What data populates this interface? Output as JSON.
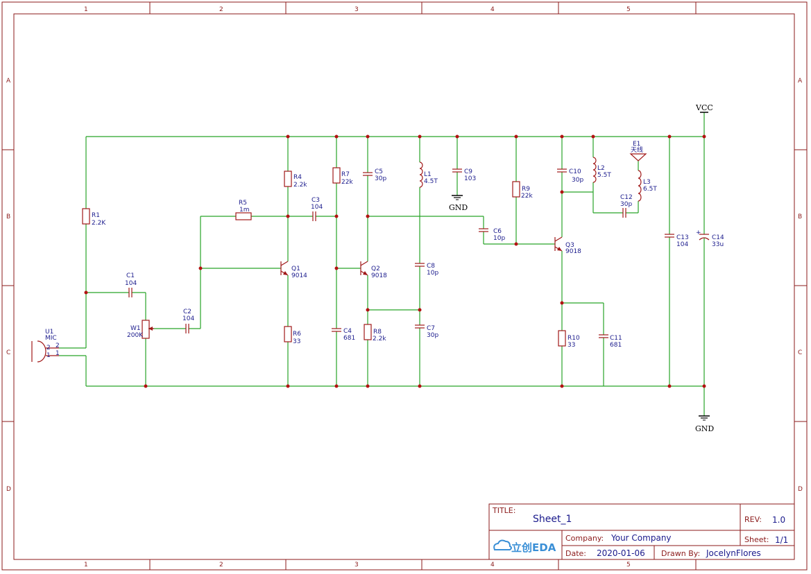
{
  "frame": {
    "columns": [
      "1",
      "2",
      "3",
      "4",
      "5"
    ],
    "rows": [
      "A",
      "B",
      "C",
      "D"
    ]
  },
  "components": {
    "U1": {
      "ref": "U1",
      "value": "MIC",
      "pins": [
        "2",
        "1",
        "2",
        "1"
      ]
    },
    "R1": {
      "ref": "R1",
      "value": "2.2K"
    },
    "C1": {
      "ref": "C1",
      "value": "104"
    },
    "W1": {
      "ref": "W1",
      "value": "200K"
    },
    "C2": {
      "ref": "C2",
      "value": "104"
    },
    "R5": {
      "ref": "R5",
      "value": "1m"
    },
    "C3": {
      "ref": "C3",
      "value": "104"
    },
    "R4": {
      "ref": "R4",
      "value": "2.2k"
    },
    "Q1": {
      "ref": "Q1",
      "value": "9014"
    },
    "R6": {
      "ref": "R6",
      "value": "33"
    },
    "R7": {
      "ref": "R7",
      "value": "22k"
    },
    "C4": {
      "ref": "C4",
      "value": "681"
    },
    "C5": {
      "ref": "C5",
      "value": "30p"
    },
    "Q2": {
      "ref": "Q2",
      "value": "9018"
    },
    "R8": {
      "ref": "R8",
      "value": "2.2k"
    },
    "L1": {
      "ref": "L1",
      "value": "4.5T"
    },
    "C8": {
      "ref": "C8",
      "value": "10p"
    },
    "C7": {
      "ref": "C7",
      "value": "30p"
    },
    "C9": {
      "ref": "C9",
      "value": "103"
    },
    "C6": {
      "ref": "C6",
      "value": "10p"
    },
    "R9": {
      "ref": "R9",
      "value": "22k"
    },
    "Q3": {
      "ref": "Q3",
      "value": "9018"
    },
    "C10": {
      "ref": "C10",
      "value": "30p"
    },
    "R10": {
      "ref": "R10",
      "value": "33"
    },
    "C11": {
      "ref": "C11",
      "value": "681"
    },
    "L2": {
      "ref": "L2",
      "value": "5.5T"
    },
    "E1": {
      "ref": "E1",
      "value": "天线"
    },
    "L3": {
      "ref": "L3",
      "value": "6.5T"
    },
    "C12": {
      "ref": "C12",
      "value": "30p"
    },
    "C13": {
      "ref": "C13",
      "value": "104"
    },
    "C14": {
      "ref": "C14",
      "value": "33u",
      "polarity": "+"
    }
  },
  "nets": {
    "vcc": "VCC",
    "gnd_c9": "GND",
    "gnd_main": "GND"
  },
  "title_block": {
    "title_label": "TITLE:",
    "title": "Sheet_1",
    "rev_label": "REV:",
    "rev": "1.0",
    "company_label": "Company:",
    "company": "Your Company",
    "sheet_label": "Sheet:",
    "sheet": "1/1",
    "date_label": "Date:",
    "date": "2020-01-06",
    "drawn_label": "Drawn By:",
    "drawn_by": "JocelynFlores",
    "logo_text": "立创EDA",
    "logo_icon": "cloud-logo-icon"
  },
  "colors": {
    "wire": "#27a327",
    "part": "#a01818",
    "label": "#1a1a8c",
    "frame": "#8b1a1a"
  }
}
